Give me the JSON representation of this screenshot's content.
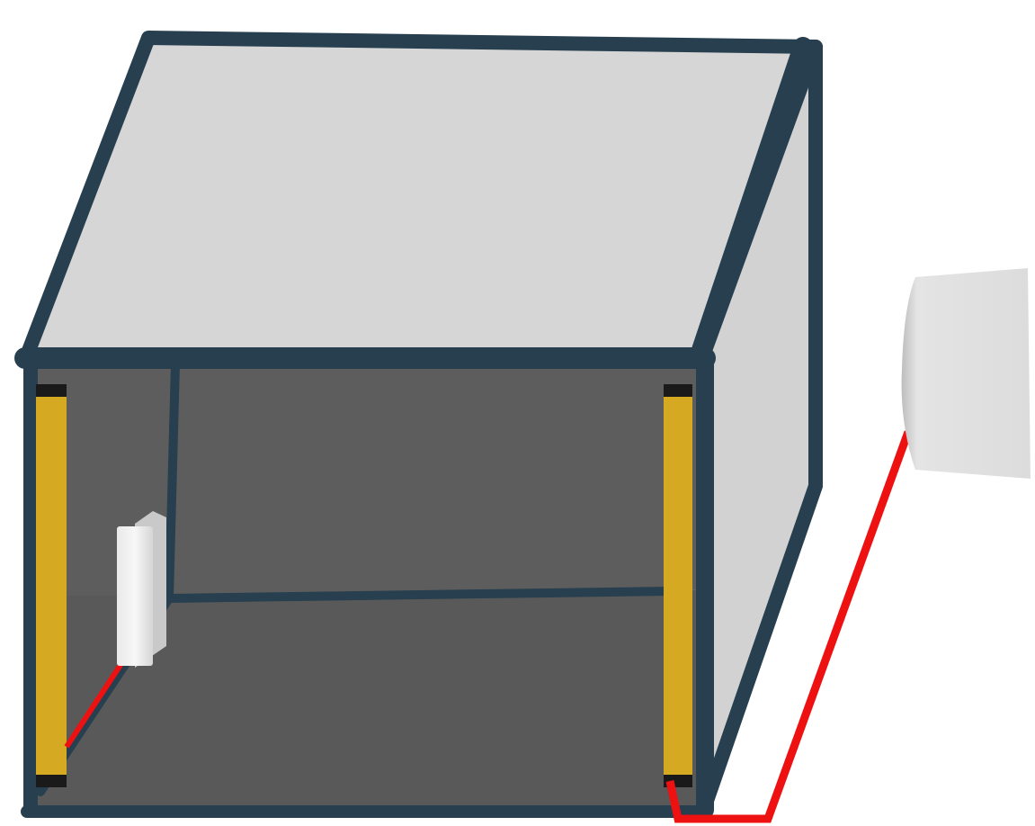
{
  "colors": {
    "background": "#ffffff",
    "frame": "#273f4e",
    "top_panel": "#d6d6d6",
    "side_panel": "#d2d2d2",
    "interior_back": "#5d5d5d",
    "interior_floor": "#5a5a5a",
    "light_curtain": "#d5aa22",
    "light_curtain_cap": "#1a1a1a",
    "cable": "#ee1111",
    "device_light": "#f4f4f4",
    "device_shade": "#c9c9c9"
  },
  "components": {
    "enclosure": "guarding-enclosure",
    "emitter": "light-curtain-emitter",
    "receiver": "light-curtain-receiver",
    "inner_device": "interlock-box",
    "external_device": "control-unit",
    "cable": "connection-cable"
  }
}
